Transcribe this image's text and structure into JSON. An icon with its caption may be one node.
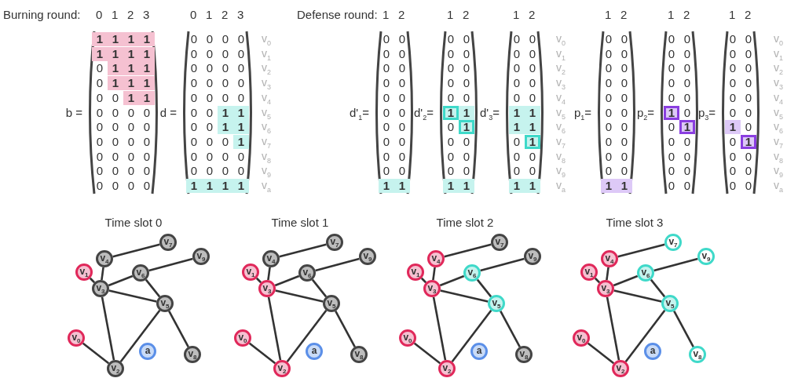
{
  "diagram": {
    "nodes": [
      {
        "text": [
          "v$_{0}$"
        ]
      },
      {
        "text": [
          "v$_{1}$"
        ]
      },
      {
        "text": [
          "v$_{2}$"
        ]
      },
      {
        "text": [
          "v$_{3}$"
        ]
      },
      {
        "text": [
          "v$_{4}$"
        ]
      },
      {
        "text": [
          "v$_{5}$"
        ]
      },
      {
        "text": [
          "v$_{6}$"
        ]
      },
      {
        "text": [
          "v$_{7}$"
        ]
      },
      {
        "text": [
          "v$_{8}$"
        ]
      },
      {
        "text": [
          "v$_{9}$"
        ]
      },
      {
        "text": [
          "a"
        ]
      },
      {
        "text": [
          "v$_{0}$"
        ]
      },
      {
        "text": [
          "v$_{1}$"
        ]
      },
      {
        "text": [
          "v$_{2}$"
        ]
      },
      {
        "text": [
          "v$_{3}$"
        ]
      },
      {
        "text": [
          "v$_{4}$"
        ]
      },
      {
        "text": [
          "v$_{5}$"
        ]
      },
      {
        "text": [
          "v$_{6}$"
        ]
      },
      {
        "text": [
          "v$_{7}$"
        ]
      },
      {
        "text": [
          "v$_{8}$"
        ]
      },
      {
        "text": [
          "v$_{9}$"
        ]
      },
      {
        "text": [
          "a"
        ]
      },
      {
        "text": [
          "v$_{0}$"
        ]
      },
      {
        "text": [
          "v$_{1}$"
        ]
      },
      {
        "text": [
          "v$_{2}$"
        ]
      },
      {
        "text": [
          "v$_{3}$"
        ]
      },
      {
        "text": [
          "v$_{4}$"
        ]
      },
      {
        "text": [
          "v$_{5}$"
        ]
      },
      {
        "text": [
          "v$_{6}$"
        ]
      },
      {
        "text": [
          "v$_{7}$"
        ]
      },
      {
        "text": [
          "v$_{8}$"
        ]
      },
      {
        "text": [
          "v$_{9}$"
        ]
      },
      {
        "text": [
          "a"
        ]
      },
      {
        "text": [
          "v$_{0}$"
        ]
      },
      {
        "text": [
          "v$_{1}$"
        ]
      },
      {
        "text": [
          "v$_{2}$"
        ]
      },
      {
        "text": [
          "v$_{3}$"
        ]
      },
      {
        "text": [
          "v$_{4}$"
        ]
      },
      {
        "text": [
          "v$_{5}$"
        ]
      },
      {
        "text": [
          "v$_{6}$"
        ]
      },
      {
        "text": [
          "v$_{7}$"
        ]
      },
      {
        "text": [
          "v$_{8}$"
        ]
      },
      {
        "text": [
          "v$_{9}$"
        ]
      },
      {
        "text": [
          "a"
        ]
      }
    ],
    "edges": [
      {
        "from": 1,
        "to": 3,
        "arrow": "none"
      },
      {
        "from": 4,
        "to": 3,
        "arrow": "none"
      },
      {
        "from": 4,
        "to": 7,
        "arrow": "none"
      },
      {
        "from": 3,
        "to": 6,
        "arrow": "none"
      },
      {
        "from": 6,
        "to": 9,
        "arrow": "none"
      },
      {
        "from": 3,
        "to": 5,
        "arrow": "none"
      },
      {
        "from": 6,
        "to": 5,
        "arrow": "none"
      },
      {
        "from": 5,
        "to": 8,
        "arrow": "none"
      },
      {
        "from": 3,
        "to": 2,
        "arrow": "none"
      },
      {
        "from": 0,
        "to": 2,
        "arrow": "none"
      },
      {
        "from": 2,
        "to": 5,
        "arrow": "none"
      },
      {
        "from": 12,
        "to": 14,
        "arrow": "none"
      },
      {
        "from": 15,
        "to": 14,
        "arrow": "none"
      },
      {
        "from": 15,
        "to": 18,
        "arrow": "none"
      },
      {
        "from": 14,
        "to": 17,
        "arrow": "none"
      },
      {
        "from": 17,
        "to": 20,
        "arrow": "none"
      },
      {
        "from": 14,
        "to": 16,
        "arrow": "none"
      },
      {
        "from": 17,
        "to": 16,
        "arrow": "none"
      },
      {
        "from": 16,
        "to": 19,
        "arrow": "none"
      },
      {
        "from": 14,
        "to": 13,
        "arrow": "none"
      },
      {
        "from": 11,
        "to": 13,
        "arrow": "none"
      },
      {
        "from": 13,
        "to": 16,
        "arrow": "none"
      },
      {
        "from": 23,
        "to": 25,
        "arrow": "none"
      },
      {
        "from": 26,
        "to": 25,
        "arrow": "none"
      },
      {
        "from": 26,
        "to": 29,
        "arrow": "none"
      },
      {
        "from": 25,
        "to": 28,
        "arrow": "none"
      },
      {
        "from": 28,
        "to": 31,
        "arrow": "none"
      },
      {
        "from": 25,
        "to": 27,
        "arrow": "none"
      },
      {
        "from": 28,
        "to": 27,
        "arrow": "none"
      },
      {
        "from": 27,
        "to": 30,
        "arrow": "none"
      },
      {
        "from": 25,
        "to": 24,
        "arrow": "none"
      },
      {
        "from": 22,
        "to": 24,
        "arrow": "none"
      },
      {
        "from": 24,
        "to": 27,
        "arrow": "none"
      },
      {
        "from": 34,
        "to": 36,
        "arrow": "none"
      },
      {
        "from": 37,
        "to": 36,
        "arrow": "none"
      },
      {
        "from": 37,
        "to": 40,
        "arrow": "none"
      },
      {
        "from": 36,
        "to": 39,
        "arrow": "none"
      },
      {
        "from": 39,
        "to": 42,
        "arrow": "none"
      },
      {
        "from": 36,
        "to": 38,
        "arrow": "none"
      },
      {
        "from": 39,
        "to": 38,
        "arrow": "none"
      },
      {
        "from": 38,
        "to": 41,
        "arrow": "none"
      },
      {
        "from": 36,
        "to": 35,
        "arrow": "none"
      },
      {
        "from": 33,
        "to": 35,
        "arrow": "none"
      },
      {
        "from": 35,
        "to": 38,
        "arrow": "none"
      }
    ],
    "labels": [
      "Burning round:",
      "0",
      "1",
      "2",
      "3",
      "0",
      "1",
      "2",
      "3",
      "Defense round:",
      "1",
      "2",
      "1",
      "2",
      "1",
      "2",
      "1",
      "2",
      "1",
      "2",
      "1",
      "2",
      "b =",
      "1",
      "1",
      "1",
      "1",
      "1",
      "1",
      "1",
      "1",
      "0",
      "1",
      "1",
      "1",
      "0",
      "1",
      "1",
      "1",
      "0",
      "0",
      "1",
      "1",
      "0",
      "0",
      "0",
      "0",
      "0",
      "0",
      "0",
      "0",
      "0",
      "0",
      "0",
      "0",
      "0",
      "0",
      "0",
      "0",
      "0",
      "0",
      "0",
      "0",
      "0",
      "0",
      "0",
      "0",
      "d =",
      "0",
      "0",
      "0",
      "0",
      "0",
      "0",
      "0",
      "0",
      "0",
      "0",
      "0",
      "0",
      "0",
      "0",
      "0",
      "0",
      "0",
      "0",
      "0",
      "0",
      "0",
      "0",
      "1",
      "1",
      "0",
      "0",
      "1",
      "1",
      "0",
      "0",
      "0",
      "1",
      "0",
      "0",
      "0",
      "0",
      "0",
      "0",
      "0",
      "0",
      "1",
      "1",
      "1",
      "1",
      "v$_{0}$",
      "v$_{1}$",
      "v$_{2}$",
      "v$_{3}$",
      "v$_{4}$",
      "v$_{5}$",
      "v$_{6}$",
      "v$_{7}$",
      "v$_{8}$",
      "v$_{9}$",
      "v$_{a}$",
      "d'$_{1}$=",
      "0",
      "0",
      "0",
      "0",
      "0",
      "0",
      "0",
      "0",
      "0",
      "0",
      "0",
      "0",
      "0",
      "0",
      "0",
      "0",
      "0",
      "0",
      "0",
      "0",
      "1",
      "1",
      "d'$_{2}$=",
      "0",
      "0",
      "0",
      "0",
      "0",
      "0",
      "0",
      "0",
      "0",
      "0",
      "1",
      "1",
      "0",
      "1",
      "0",
      "0",
      "0",
      "0",
      "0",
      "0",
      "1",
      "1",
      "d'$_{3}$=",
      "0",
      "0",
      "0",
      "0",
      "0",
      "0",
      "0",
      "0",
      "0",
      "0",
      "1",
      "1",
      "1",
      "1",
      "0",
      "1",
      "0",
      "0",
      "0",
      "0",
      "1",
      "1",
      "v$_{0}$",
      "v$_{1}$",
      "v$_{2}$",
      "v$_{3}$",
      "v$_{4}$",
      "v$_{5}$",
      "v$_{6}$",
      "v$_{7}$",
      "v$_{8}$",
      "v$_{9}$",
      "v$_{a}$",
      "p$_{1}$=",
      "0",
      "0",
      "0",
      "0",
      "0",
      "0",
      "0",
      "0",
      "0",
      "0",
      "0",
      "0",
      "0",
      "0",
      "0",
      "0",
      "0",
      "0",
      "0",
      "0",
      "1",
      "1",
      "p$_{2}$=",
      "0",
      "0",
      "0",
      "0",
      "0",
      "0",
      "0",
      "0",
      "0",
      "0",
      "1",
      "0",
      "0",
      "1",
      "0",
      "0",
      "0",
      "0",
      "0",
      "0",
      "0",
      "0",
      "p$_{3}$=",
      "0",
      "0",
      "0",
      "0",
      "0",
      "0",
      "0",
      "0",
      "0",
      "0",
      "0",
      "0",
      "1",
      "0",
      "0",
      "1",
      "0",
      "0",
      "0",
      "0",
      "0",
      "0",
      "v$_{0}$",
      "v$_{1}$",
      "v$_{2}$",
      "v$_{3}$",
      "v$_{4}$",
      "v$_{5}$",
      "v$_{6}$",
      "v$_{7}$",
      "v$_{8}$",
      "v$_{9}$",
      "v$_{a}$",
      "Time slot 0",
      "Time slot 1",
      "Time slot 2",
      "Time slot 3"
    ]
  }
}
